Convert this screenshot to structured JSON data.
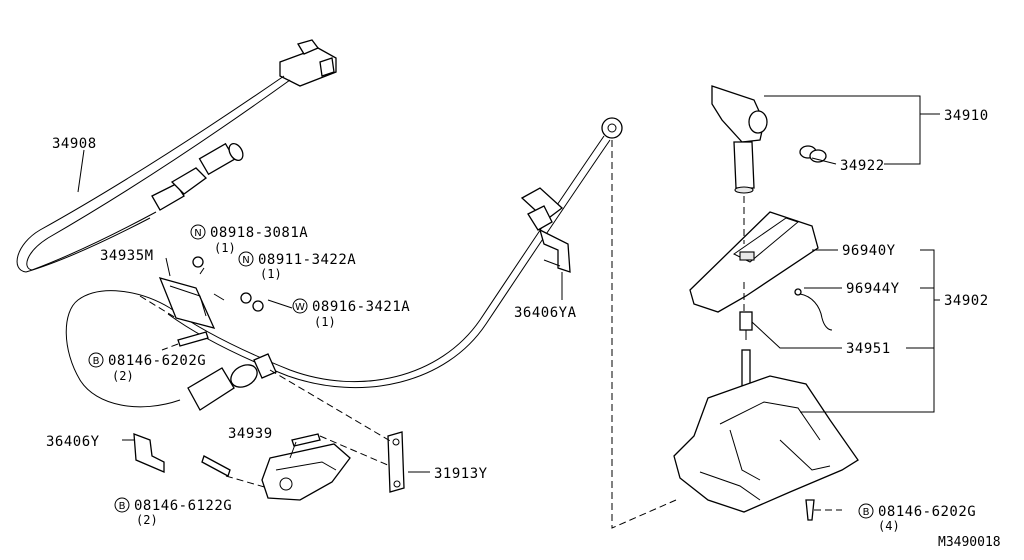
{
  "diagram": {
    "ref_code": "M3490018",
    "colors": {
      "ink": "#000000",
      "paper": "#ffffff",
      "shade": "#e8e8e8"
    },
    "parts": {
      "p34908": "34908",
      "p34935M": "34935M",
      "p36406YA": "36406YA",
      "p36406Y": "36406Y",
      "p34939": "34939",
      "p31913Y": "31913Y",
      "p34910": "34910",
      "p34922": "34922",
      "p96940Y": "96940Y",
      "p96944Y": "96944Y",
      "p34902": "34902",
      "p34951": "34951"
    },
    "fasteners": {
      "n1": {
        "prefix": "N",
        "number": "08918-3081A",
        "qty": "(1)"
      },
      "n2": {
        "prefix": "N",
        "number": "08911-3422A",
        "qty": "(1)"
      },
      "w1": {
        "prefix": "W",
        "number": "08916-3421A",
        "qty": "(1)"
      },
      "b1": {
        "prefix": "B",
        "number": "08146-6202G",
        "qty": "(2)"
      },
      "b2": {
        "prefix": "B",
        "number": "08146-6122G",
        "qty": "(2)"
      },
      "b3": {
        "prefix": "B",
        "number": "08146-6202G",
        "qty": "(4)"
      }
    }
  }
}
